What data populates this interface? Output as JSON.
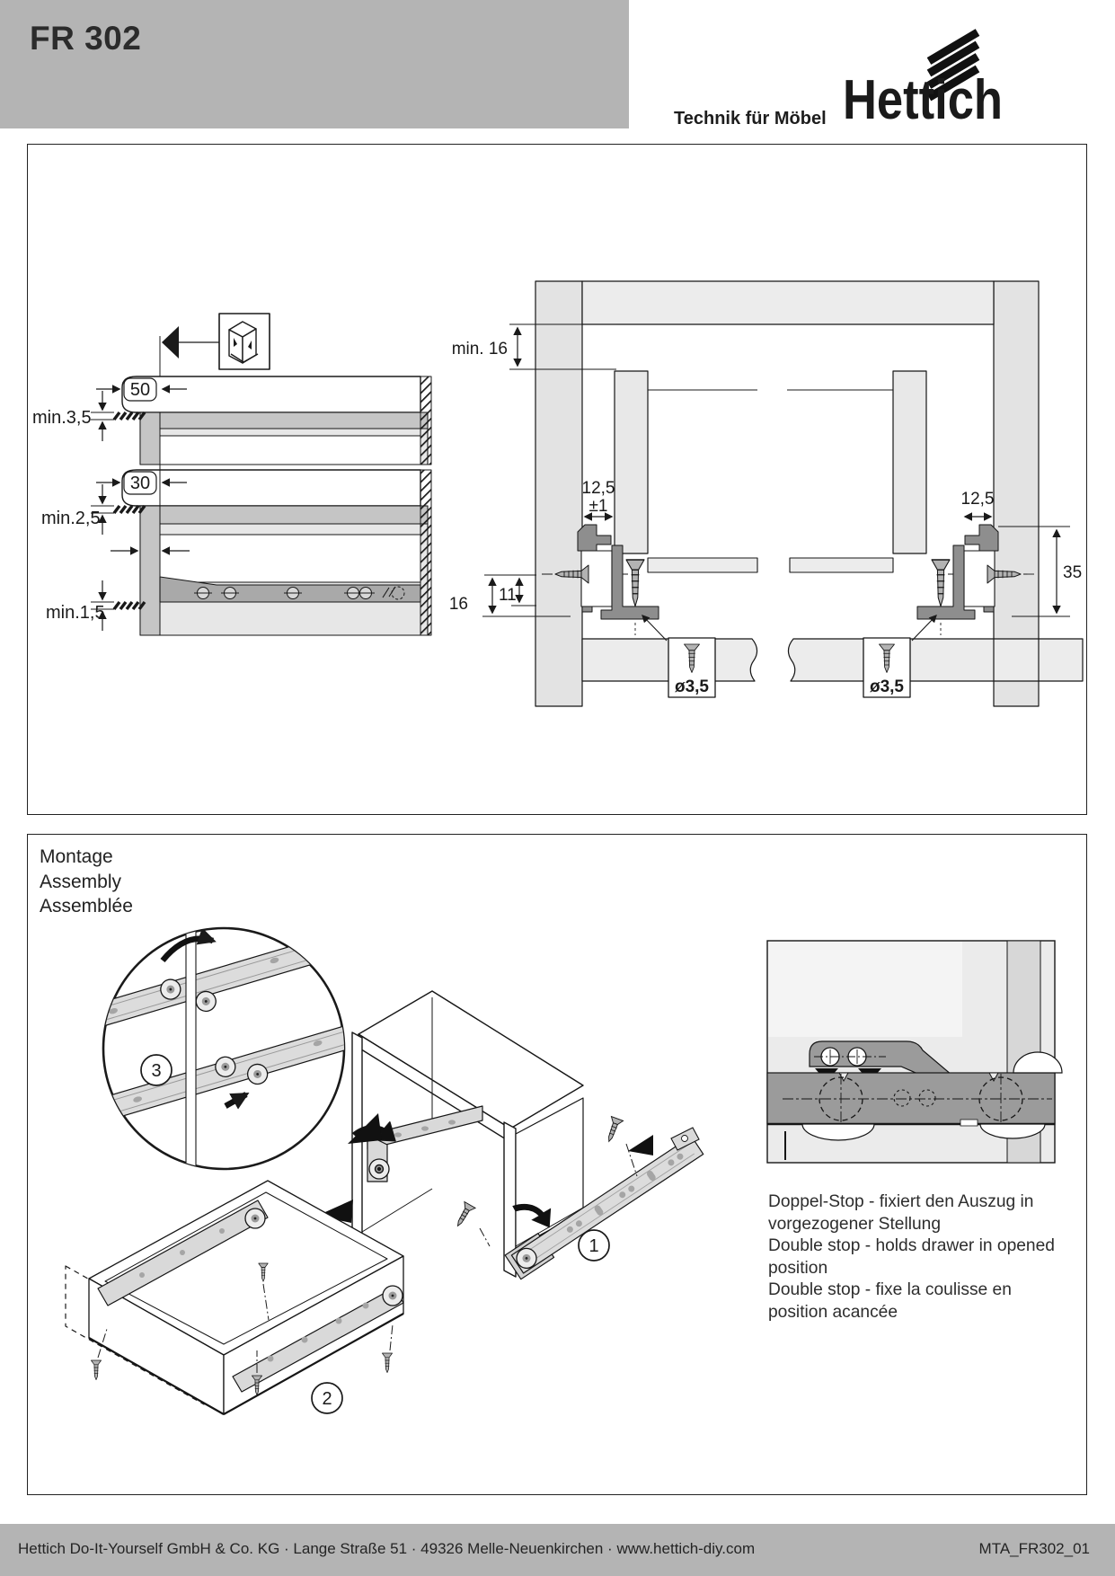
{
  "header": {
    "title": "FR 302",
    "tagline": "Technik für Möbel",
    "logo_text": "Hettich"
  },
  "diagram": {
    "dims": {
      "front_top_offset": "50",
      "gap_top": "min.3,5",
      "front_mid_offset": "30",
      "gap_mid": "min.2,5",
      "gap_bottom": "min.1,5",
      "top_clearance": "min. 16",
      "side_gap_left": "12,5",
      "side_gap_tolerance": "±1",
      "screw_axis_height": "16",
      "screw_axis_inner": "11",
      "side_gap_right": "12,5",
      "bracket_height": "35",
      "screw_diameter": "ø3,5"
    }
  },
  "assembly": {
    "heading": [
      "Montage",
      "Assembly",
      "Assemblée"
    ],
    "steps": [
      "1",
      "2",
      "3"
    ],
    "note_lines": [
      "Doppel-Stop - fixiert den Auszug in",
      "vorgezogener Stellung",
      "Double stop - holds drawer in opened",
      "position",
      "Double stop - fixe la coulisse en",
      "position acancée"
    ]
  },
  "footer": {
    "address": "Hettich Do-It-Yourself GmbH & Co. KG · Lange Straße 51 · 49326 Melle-Neuenkirchen · www.hettich-diy.com",
    "doc_id": "MTA_FR302_01"
  },
  "colors": {
    "bar_gray": "#b4b4b4",
    "panel_light": "#ececec",
    "panel_mid": "#c5c5c5",
    "bracket_dark": "#8e8e8e",
    "line": "#1a1a1a"
  }
}
